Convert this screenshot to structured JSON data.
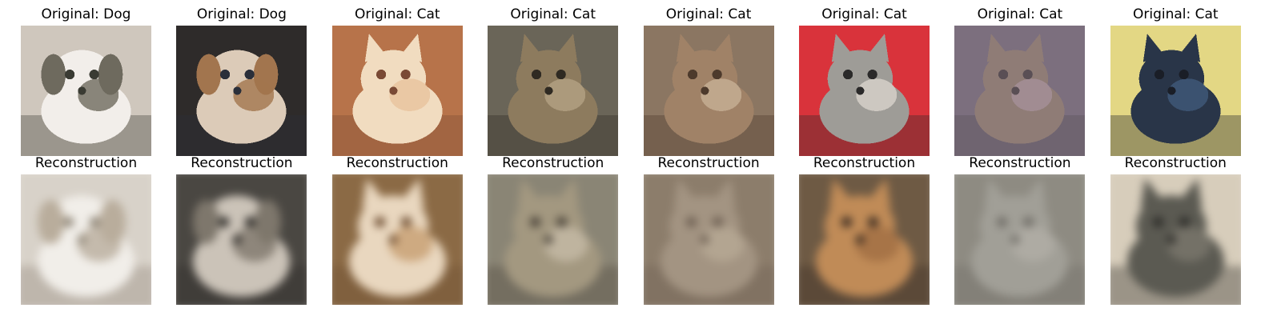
{
  "figure": {
    "columns": [
      {
        "original_label": "Original: Dog",
        "reconstruction_label": "Reconstruction",
        "subject": "dog",
        "original_palette": {
          "bg": "#cfc7bd",
          "main": "#f2eeea",
          "accent": "#6e6a5e",
          "dark": "#3a3b33"
        },
        "recon_palette": {
          "bg": "#d8d2c9",
          "main": "#f1eee9",
          "accent": "#b9ad9c",
          "dark": "#8e8576"
        }
      },
      {
        "original_label": "Original: Dog",
        "reconstruction_label": "Reconstruction",
        "subject": "dog",
        "original_palette": {
          "bg": "#2e2b2a",
          "main": "#dccbb8",
          "accent": "#a2754e",
          "dark": "#2a2f3a"
        },
        "recon_palette": {
          "bg": "#4a4742",
          "main": "#cbc3b8",
          "accent": "#7e776c",
          "dark": "#2e2c29"
        }
      },
      {
        "original_label": "Original: Cat",
        "reconstruction_label": "Reconstruction",
        "subject": "cat",
        "original_palette": {
          "bg": "#b7734a",
          "main": "#f1dcc0",
          "accent": "#e8c39c",
          "dark": "#7a4a35"
        },
        "recon_palette": {
          "bg": "#8b6a45",
          "main": "#e9d7bf",
          "accent": "#c79f72",
          "dark": "#6d4d31"
        }
      },
      {
        "original_label": "Original: Cat",
        "reconstruction_label": "Reconstruction",
        "subject": "cat",
        "original_palette": {
          "bg": "#6a6558",
          "main": "#8d7b5e",
          "accent": "#b4a383",
          "dark": "#2f2a22"
        },
        "recon_palette": {
          "bg": "#8a8575",
          "main": "#a39880",
          "accent": "#c6bca6",
          "dark": "#4b443a"
        }
      },
      {
        "original_label": "Original: Cat",
        "reconstruction_label": "Reconstruction",
        "subject": "cat",
        "original_palette": {
          "bg": "#8b7662",
          "main": "#a08267",
          "accent": "#c7b096",
          "dark": "#4d3a2c"
        },
        "recon_palette": {
          "bg": "#8c7d6b",
          "main": "#a39482",
          "accent": "#b7a995",
          "dark": "#6d5f52"
        }
      },
      {
        "original_label": "Original: Cat",
        "reconstruction_label": "Reconstruction",
        "subject": "cat",
        "original_palette": {
          "bg": "#d9333b",
          "main": "#9e9c97",
          "accent": "#d8d3cc",
          "dark": "#2b2a2a"
        },
        "recon_palette": {
          "bg": "#6e5a44",
          "main": "#c08b57",
          "accent": "#a06e43",
          "dark": "#3a2c22"
        }
      },
      {
        "original_label": "Original: Cat",
        "reconstruction_label": "Reconstruction",
        "subject": "cat",
        "original_palette": {
          "bg": "#7c6f7e",
          "main": "#8f7c76",
          "accent": "#a5909a",
          "dark": "#5a4f55"
        },
        "recon_palette": {
          "bg": "#8e8b82",
          "main": "#a19f97",
          "accent": "#b1aea6",
          "dark": "#6f6c66"
        }
      },
      {
        "original_label": "Original: Cat",
        "reconstruction_label": "Reconstruction",
        "subject": "cat",
        "original_palette": {
          "bg": "#e3d784",
          "main": "#293548",
          "accent": "#405a7a",
          "dark": "#1a1e27"
        },
        "recon_palette": {
          "bg": "#d7cdbb",
          "main": "#5b5a52",
          "accent": "#7a776d",
          "dark": "#2c2b28"
        }
      }
    ]
  }
}
